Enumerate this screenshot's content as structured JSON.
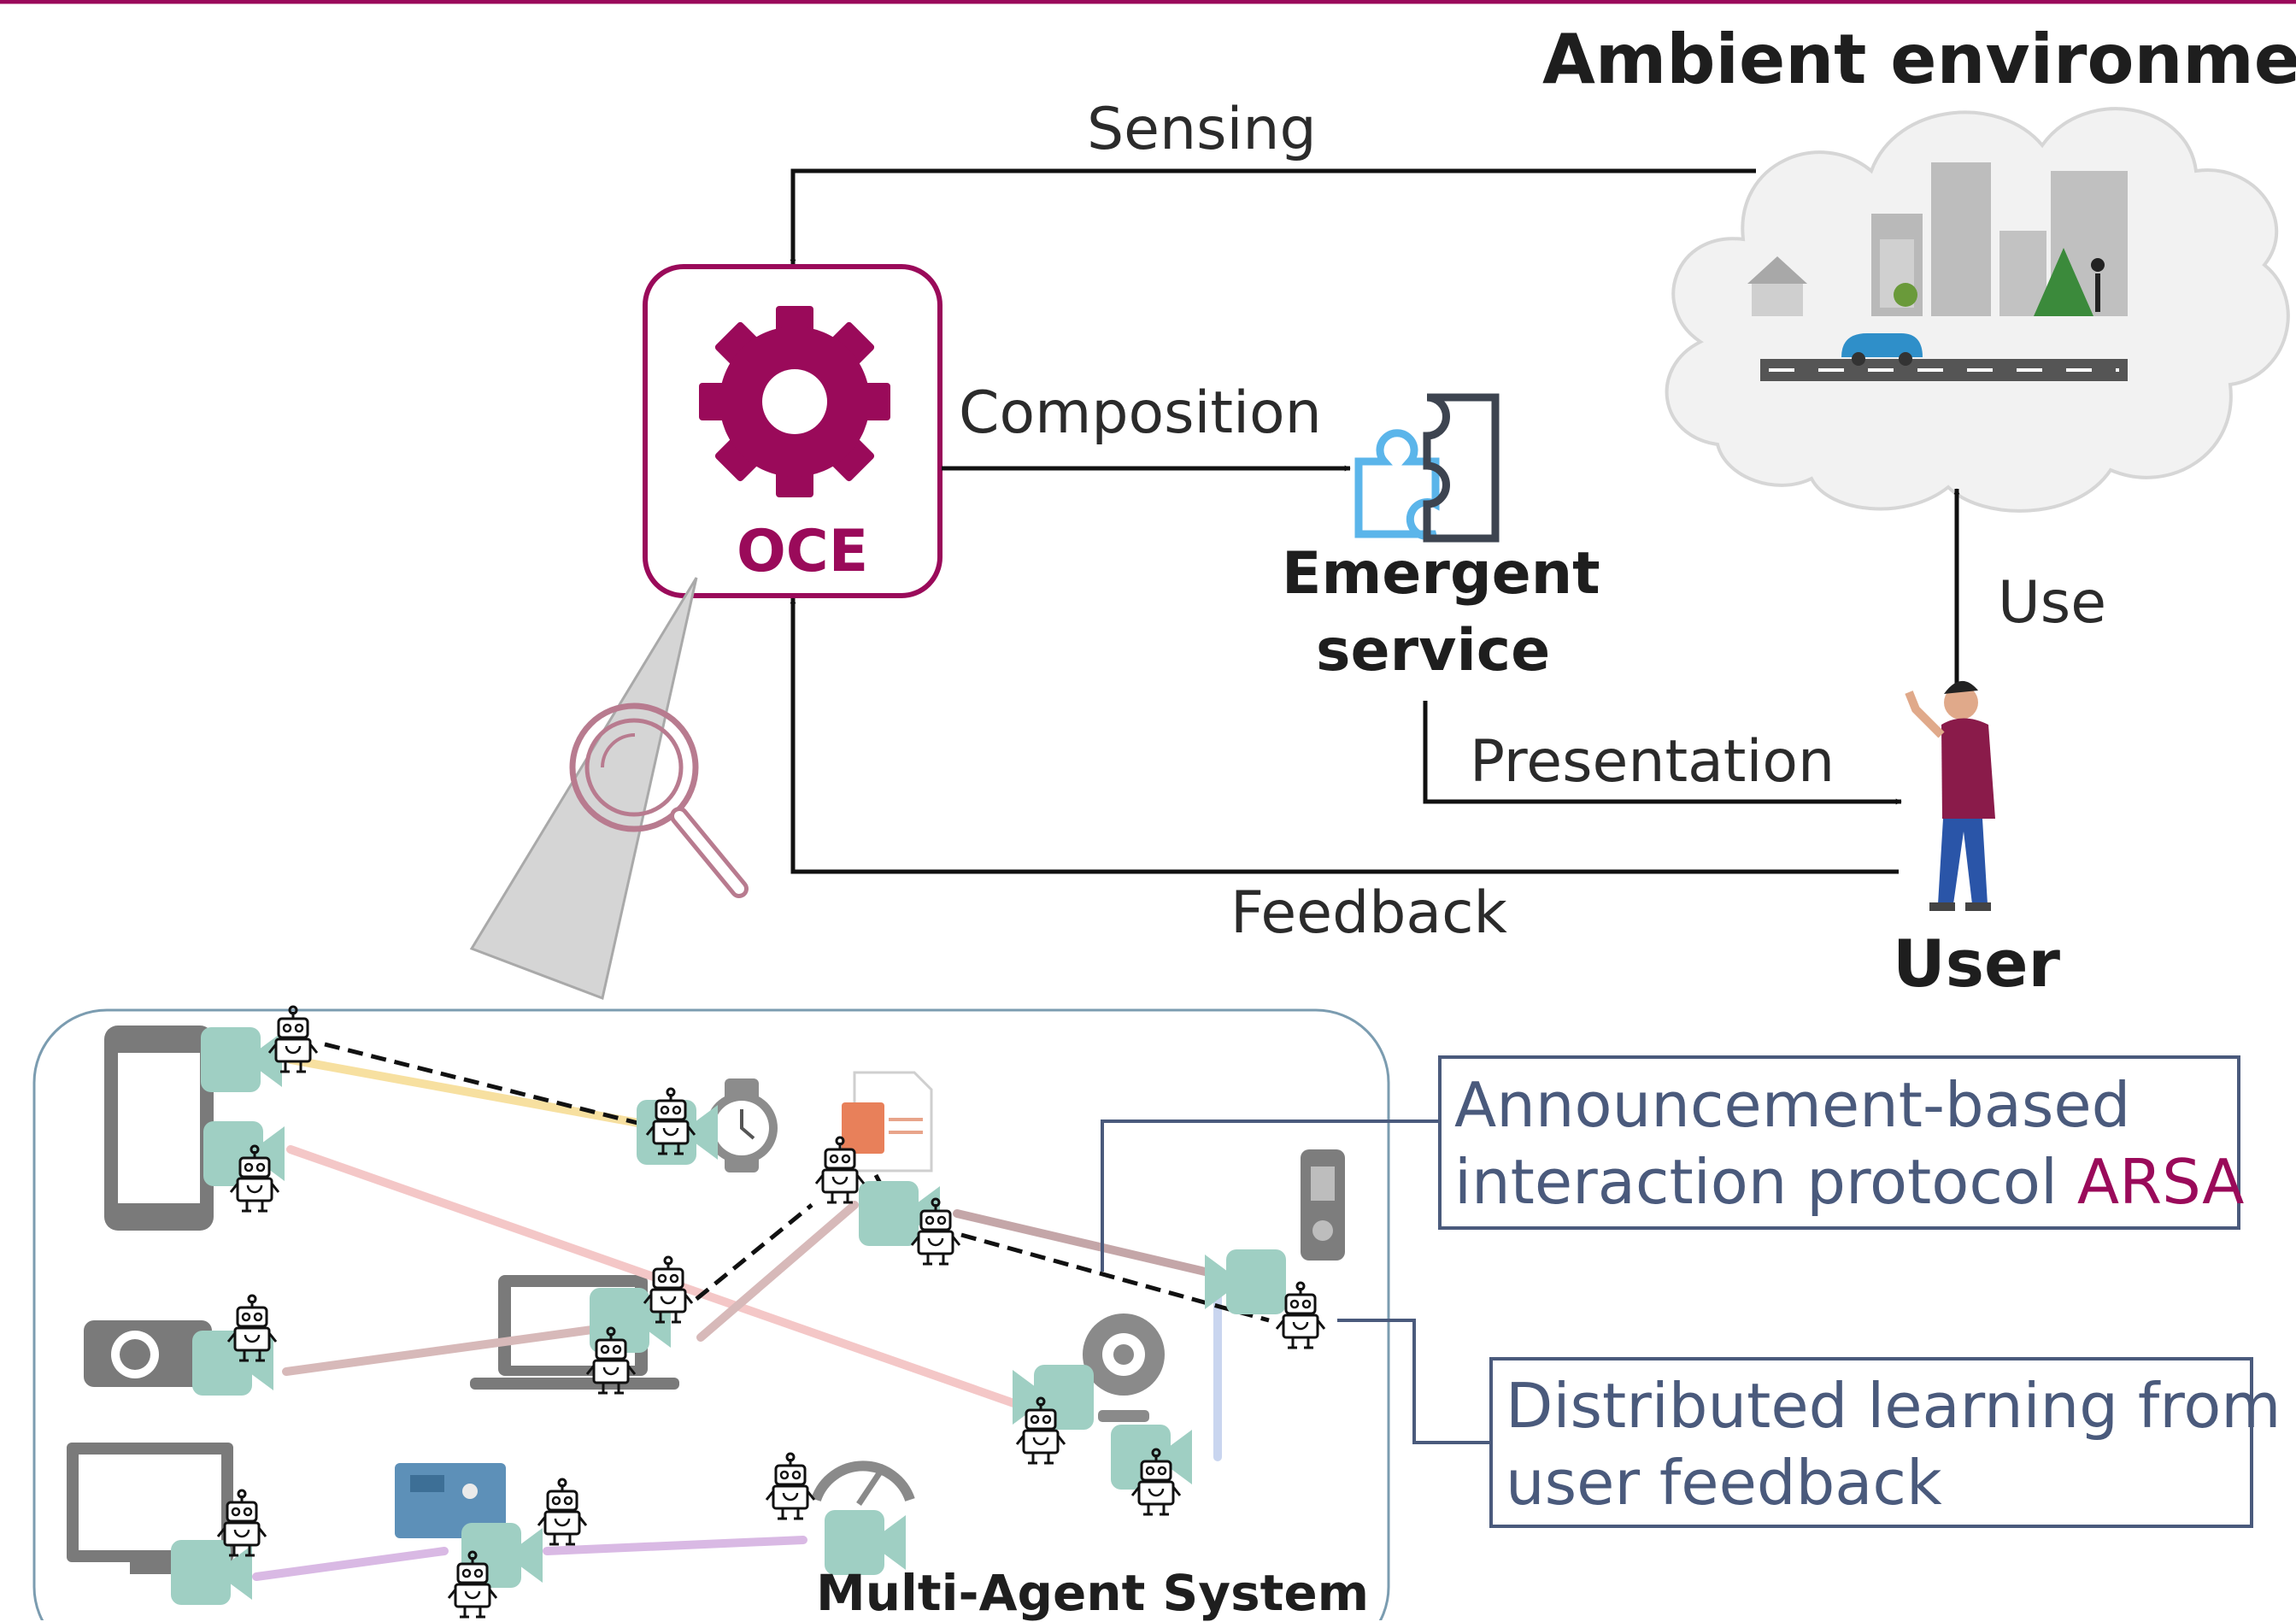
{
  "colors": {
    "accent": "#9a0a5a",
    "line": "#111111",
    "box_border": "#4a5a7c",
    "mas_border": "#7b9cb0",
    "agent_body": "#9fcfc3",
    "puzzle_blue": "#5bb5ea",
    "puzzle_dark": "#3d4450"
  },
  "labels": {
    "ambient": "Ambient environment",
    "sensing": "Sensing",
    "composition": "Composition",
    "oce": "OCE",
    "emergent_line1": "Emergent",
    "emergent_line2": "service",
    "use": "Use",
    "presentation": "Presentation",
    "feedback": "Feedback",
    "user": "User",
    "mas": "Multi-Agent System"
  },
  "callouts": {
    "arsa": {
      "line1": "Announcement-based",
      "line2_prefix": "interaction protocol ",
      "line2_accent": "ARSA"
    },
    "learning": {
      "line1": "Distributed learning from",
      "line2": "user feedback"
    }
  },
  "icons": [
    "gear-icon",
    "puzzle-icon",
    "magnifier-icon",
    "cloud-city-icon",
    "user-figure-icon",
    "robot-icon",
    "smartphone-icon",
    "watch-icon",
    "document-icon",
    "remote-icon",
    "projector-icon",
    "laptop-icon",
    "webcam-icon",
    "monitor-icon",
    "arduino-icon",
    "gauge-icon"
  ]
}
